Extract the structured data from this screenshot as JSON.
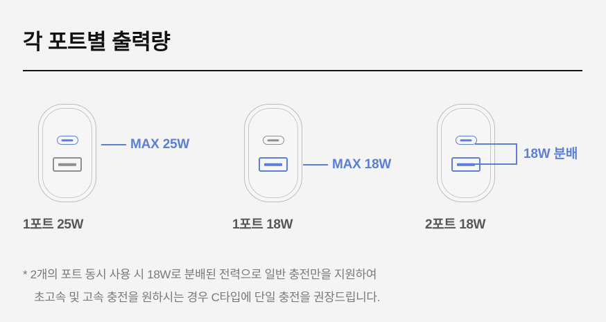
{
  "page": {
    "title": "각 포트별 출력량",
    "background_color": "#f4f4f4",
    "accent_color": "#5b7fd6",
    "rule_color": "#111113"
  },
  "chargers": [
    {
      "caption": "1포트 25W",
      "callout": "MAX 25W",
      "callout_kind": "single",
      "ports": [
        {
          "type": "usb-c",
          "active": true
        },
        {
          "type": "usb-a",
          "active": false
        }
      ]
    },
    {
      "caption": "1포트 18W",
      "callout": "MAX 18W",
      "callout_kind": "single",
      "ports": [
        {
          "type": "usb-c",
          "active": false
        },
        {
          "type": "usb-a",
          "active": true
        }
      ]
    },
    {
      "caption": "2포트 18W",
      "callout": "18W 분배",
      "callout_kind": "bracket",
      "ports": [
        {
          "type": "usb-c",
          "active": true
        },
        {
          "type": "usb-a",
          "active": true
        }
      ]
    }
  ],
  "footnote": {
    "line1": "* 2개의 포트 동시 사용 시 18W로 분배된 전력으로 일반 충전만을 지원하여",
    "line2": "초고속 및 고속 충전을 원하시는 경우 C타입에 단일 충전을 권장드립니다."
  }
}
